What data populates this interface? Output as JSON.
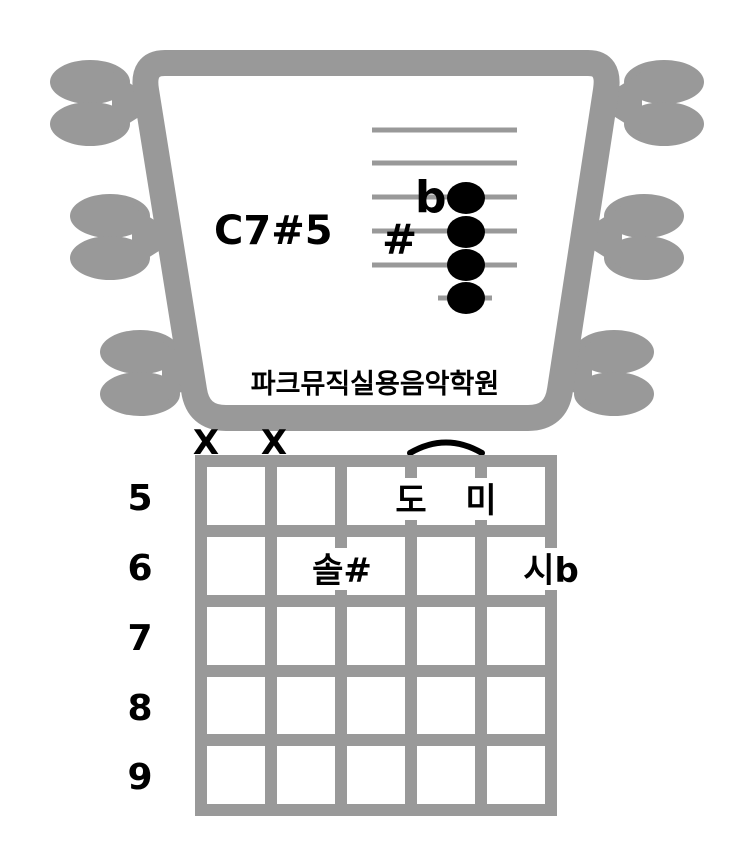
{
  "chord": {
    "name": "C7#5",
    "sharp_symbol": "#",
    "flat_symbol": "b"
  },
  "academy_name": "파크뮤직실용음악학원",
  "fretboard": {
    "muted_strings": [
      "X",
      "X"
    ],
    "fret_numbers": [
      "5",
      "6",
      "7",
      "8",
      "9"
    ],
    "note_labels": {
      "do": "도",
      "mi": "미",
      "sol_sharp": "솔#",
      "si_flat": "시b"
    }
  },
  "colors": {
    "frame": "#999999",
    "ink": "#000000",
    "background": "#ffffff"
  }
}
